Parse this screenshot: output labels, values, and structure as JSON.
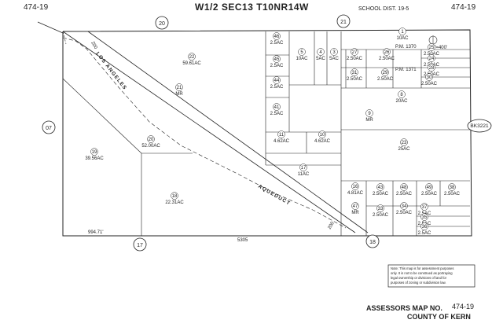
{
  "header": {
    "map_ref_left": "474-19",
    "title": "W1/2 SEC13 T10NR14W",
    "school_dist": "SCHOOL DIST. 19-5",
    "map_ref_right": "474-19",
    "scale": "1\"=400'"
  },
  "sections": {
    "top_left": "20",
    "top_right": "21",
    "left": "07",
    "bottom_left": "17",
    "bottom_right": "18"
  },
  "roads": {
    "los_angeles": "LOS ANGELES",
    "aqueduct": "AQUEDUCT"
  },
  "book_ref": "BK3221",
  "measurements": {
    "bottom_left": "994.71'",
    "bottom_mid": "5305",
    "road_mark_top": "200",
    "road_mark_bottom": "200"
  },
  "parcels": [
    {
      "id": "22",
      "area": "59.61AC"
    },
    {
      "id": "21",
      "area": "MR"
    },
    {
      "id": "19",
      "area": "39.56AC"
    },
    {
      "id": "20",
      "area": "52.00AC"
    },
    {
      "id": "18",
      "area": "22.31AC"
    },
    {
      "id": "46",
      "area": "2.5AC"
    },
    {
      "id": "45",
      "area": "2.5AC"
    },
    {
      "id": "44",
      "area": "2.5AC"
    },
    {
      "id": "41",
      "area": "2.5AC"
    },
    {
      "id": "5",
      "area": "10AC"
    },
    {
      "id": "4",
      "area": "5AC"
    },
    {
      "id": "3",
      "area": "5AC"
    },
    {
      "id": "1",
      "area": "10AC"
    },
    {
      "id": "27",
      "area": "2.50AC"
    },
    {
      "id": "26",
      "area": "2.50AC"
    },
    {
      "id": "25",
      "area": "2.50AC"
    },
    {
      "id": "24",
      "area": "2.50AC"
    },
    {
      "id": "31",
      "area": "2.50AC"
    },
    {
      "id": "29",
      "area": "2.50AC"
    },
    {
      "id": "28",
      "area": "2.50AC"
    },
    {
      "id": "30",
      "area": "2.50AC"
    },
    {
      "id": "8",
      "area": "20AC"
    },
    {
      "id": "9",
      "area": "MR"
    },
    {
      "id": "11",
      "area": "4.62AC"
    },
    {
      "id": "10",
      "area": "4.62AC"
    },
    {
      "id": "23",
      "area": "25AC"
    },
    {
      "id": "17",
      "area": "11AC"
    },
    {
      "id": "16",
      "area": "4.81AC"
    },
    {
      "id": "43",
      "area": "2.50AC"
    },
    {
      "id": "48",
      "area": "2.50AC"
    },
    {
      "id": "49",
      "area": "2.50AC"
    },
    {
      "id": "38",
      "area": "2.50AC"
    },
    {
      "id": "47",
      "area": "MR"
    },
    {
      "id": "33",
      "area": "2.50AC"
    },
    {
      "id": "34",
      "area": "2.50AC"
    },
    {
      "id": "37",
      "area": "2.5AC"
    },
    {
      "id": "35",
      "area": "2.5AC"
    },
    {
      "id": "36",
      "area": "2.5AC"
    }
  ],
  "pm_labels": {
    "pm_upper": "P.M. 1370",
    "pm_lower": "P.M. 1371"
  },
  "note": {
    "line1": "Note: This map is for assessment purposes",
    "line2": "only. It is not to be construed as portraying",
    "line3": "legal ownership or divisions of land for",
    "line4": "purposes of zoning or subdivision law."
  },
  "footer": {
    "assessors_label": "ASSESSORS MAP NO.",
    "map_no": "474-19",
    "county": "COUNTY OF KERN"
  }
}
